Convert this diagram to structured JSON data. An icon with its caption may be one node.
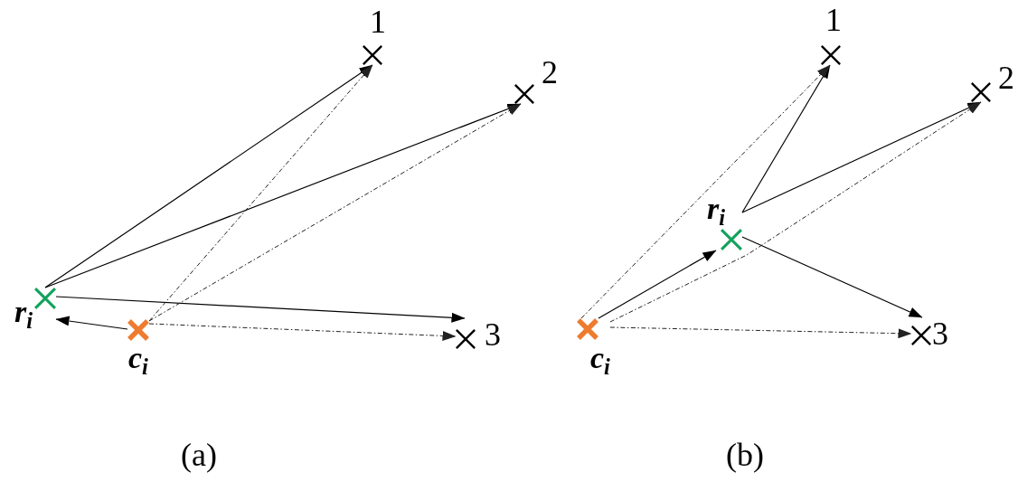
{
  "diagram": {
    "nodes": [
      {
        "text": [
          "1"
        ]
      },
      {
        "text": [
          "2"
        ]
      },
      {
        "text": [
          "r$_{i}$"
        ]
      },
      {
        "text": [
          "c$_{i}$"
        ]
      },
      {
        "text": [
          "3"
        ]
      },
      {
        "text": [
          "1"
        ]
      },
      {
        "text": [
          "2"
        ]
      },
      {
        "text": [
          "r$_{i}$"
        ]
      },
      {
        "text": [
          "c$_{i}$"
        ]
      },
      {
        "text": [
          "3"
        ]
      }
    ],
    "edges": [
      {
        "from": 2,
        "to": 0,
        "arrow": "to"
      },
      {
        "from": 2,
        "to": 1,
        "arrow": "to"
      },
      {
        "from": 2,
        "to": 4,
        "arrow": "to"
      },
      {
        "from": 3,
        "to": 2,
        "arrow": "to"
      },
      {
        "from": 3,
        "to": 0,
        "arrow": "to",
        "style": "dashed"
      },
      {
        "from": 3,
        "to": 1,
        "arrow": "to",
        "style": "dashed"
      },
      {
        "from": 3,
        "to": 4,
        "arrow": "to",
        "style": "dashed"
      },
      {
        "from": 8,
        "to": 7,
        "arrow": "to"
      },
      {
        "from": 7,
        "to": 5,
        "arrow": "to"
      },
      {
        "from": 7,
        "to": 6,
        "arrow": "to"
      },
      {
        "from": 7,
        "to": 9,
        "arrow": "to"
      },
      {
        "from": 8,
        "to": 5,
        "arrow": "to",
        "style": "dashed"
      },
      {
        "from": 8,
        "to": 6,
        "arrow": "to",
        "style": "dashed"
      },
      {
        "from": 8,
        "to": 9,
        "arrow": "to",
        "style": "dashed"
      }
    ],
    "labels": [
      "(a)",
      "(b)"
    ]
  }
}
